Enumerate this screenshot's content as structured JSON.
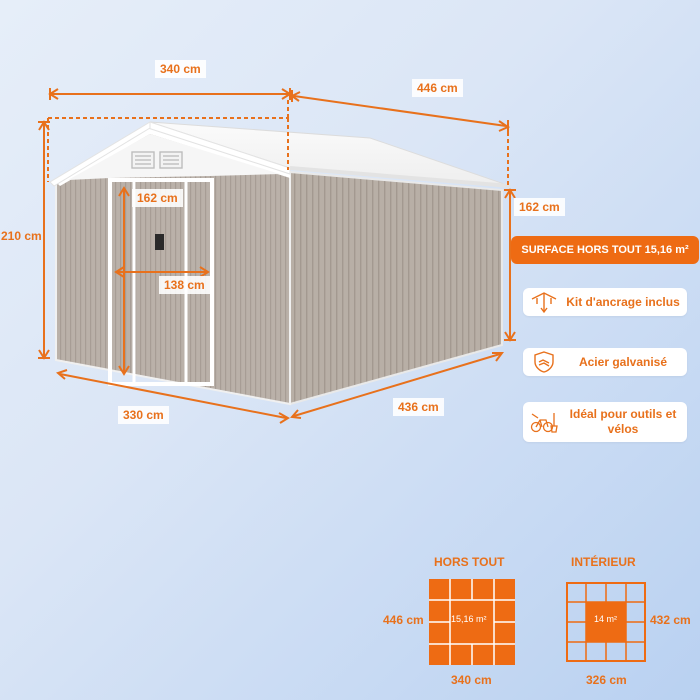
{
  "dimensions": {
    "top_width": "340 cm",
    "top_depth": "446 cm",
    "total_height": "210 cm",
    "side_wall_height": "162 cm",
    "door_height": "162 cm",
    "door_width": "138 cm",
    "base_width": "330 cm",
    "base_depth": "436 cm"
  },
  "surface": {
    "label": "SURFACE HORS TOUT 15,16 m²"
  },
  "features": [
    {
      "icon": "anchor-kit-icon",
      "label": "Kit d'ancrage inclus"
    },
    {
      "icon": "galvanized-steel-shield-icon",
      "label": "Acier galvanisé"
    },
    {
      "icon": "bike-and-tools-icon",
      "label": "Idéal pour outils et vélos"
    }
  ],
  "plans": {
    "exterior": {
      "title": "HORS TOUT",
      "depth": "446 cm",
      "width": "340 cm",
      "area": "15,16 m²"
    },
    "interior": {
      "title": "INTÉRIEUR",
      "depth": "432 cm",
      "width": "326 cm",
      "area": "14 m²"
    }
  },
  "colors": {
    "accent": "#e8711c",
    "surface_bg": "#ee6b13",
    "shed_wall": "#b9b0a8",
    "roof": "#f7f7f7"
  }
}
